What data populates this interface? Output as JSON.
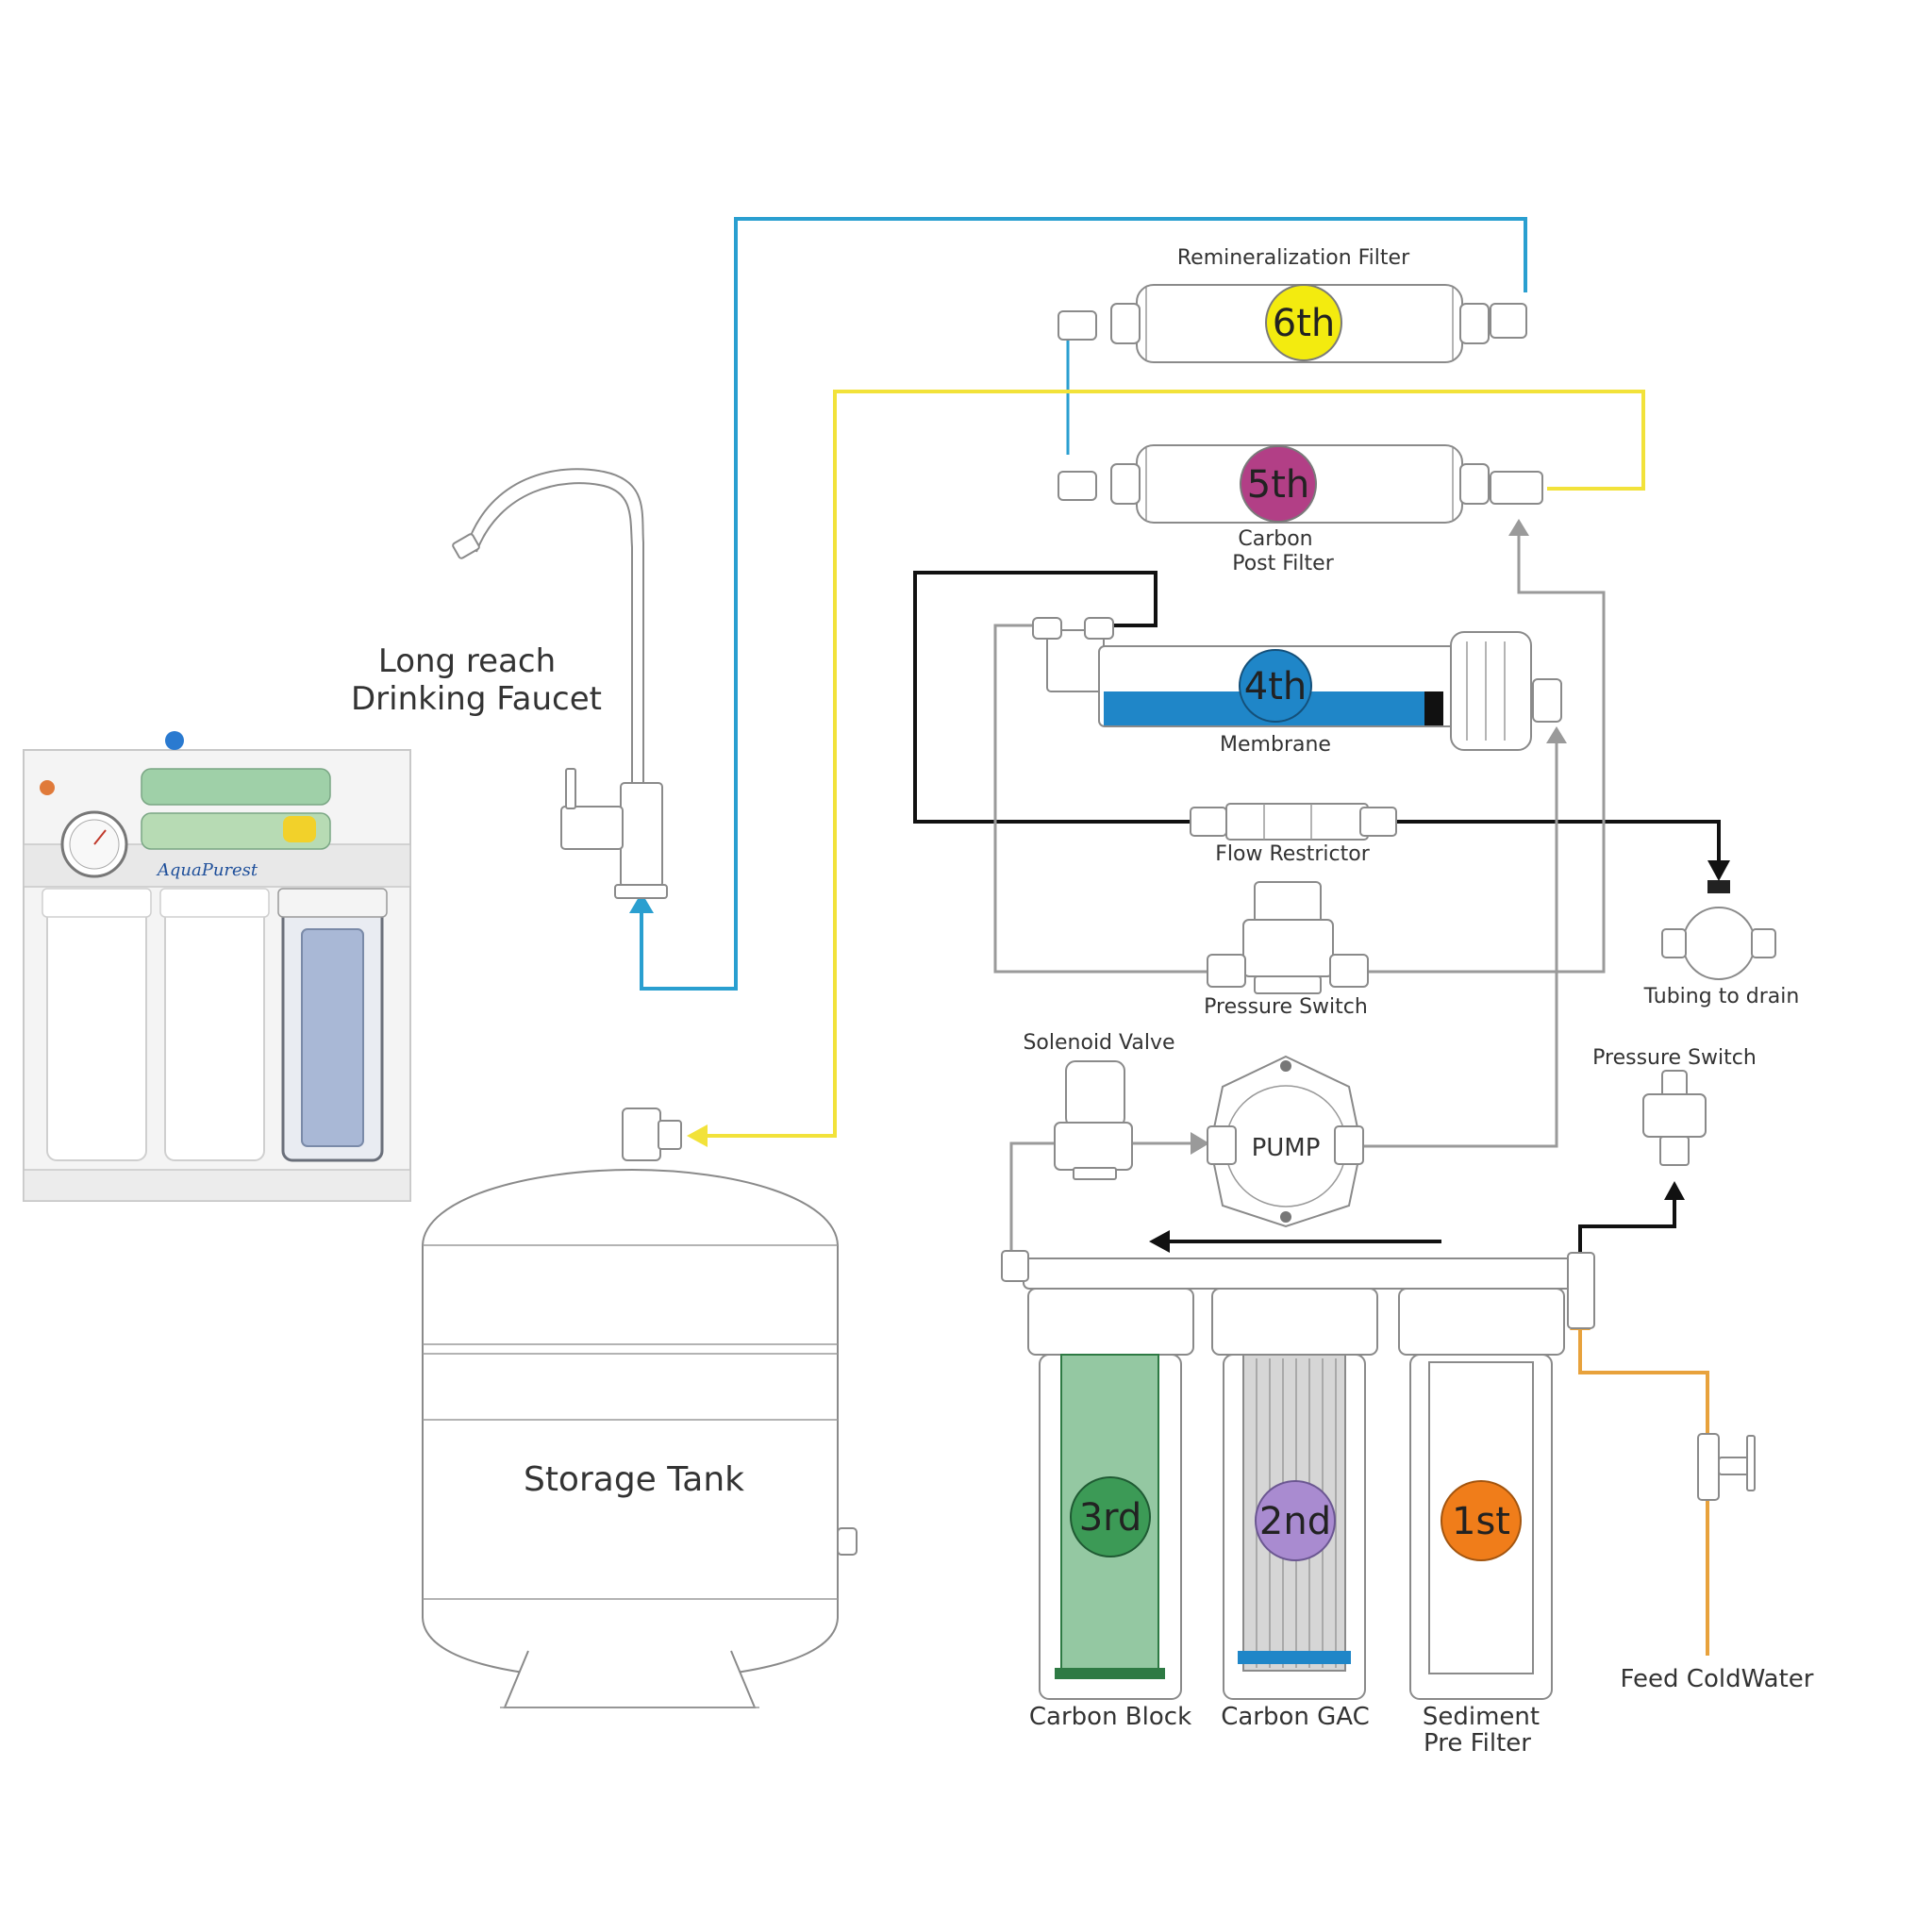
{
  "labels": {
    "remineralization_filter": "Remineralization Filter",
    "carbon_post_filter_line1": "Carbon",
    "carbon_post_filter_line2": "Post Filter",
    "membrane": "Membrane",
    "flow_restrictor": "Flow Restrictor",
    "pressure_switch_top": "Pressure Switch",
    "tubing_to_drain": "Tubing to drain",
    "solenoid_valve": "Solenoid Valve",
    "pump": "PUMP",
    "pressure_switch_right": "Pressure Switch",
    "faucet_line1": "Long reach",
    "faucet_line2": "Drinking Faucet",
    "storage_tank": "Storage Tank",
    "carbon_block": "Carbon Block",
    "carbon_gac": "Carbon GAC",
    "sediment_line1": "Sediment",
    "sediment_line2": "Pre Filter",
    "feed_cold_water": "Feed ColdWater"
  },
  "stages": {
    "s1": {
      "label": "1st",
      "color": "#f07d1a"
    },
    "s2": {
      "label": "2nd",
      "color": "#a98bd0"
    },
    "s3": {
      "label": "3rd",
      "color": "#3c9a56"
    },
    "s4": {
      "label": "4th",
      "color": "#1f86c8"
    },
    "s5": {
      "label": "5th",
      "color": "#b23f86"
    },
    "s6": {
      "label": "6th",
      "color": "#f3eb0f"
    }
  },
  "product_photo": {
    "brand": "AquaPurest"
  },
  "colors": {
    "pipe_blue": "#2a9fd0",
    "pipe_yellow": "#f2e23a",
    "pipe_black": "#111111",
    "pipe_gray": "#9a9a9a",
    "pipe_orange": "#e8a23c",
    "membrane_blue": "#1f86c8",
    "carbon_block_green": "#3c9a56"
  }
}
